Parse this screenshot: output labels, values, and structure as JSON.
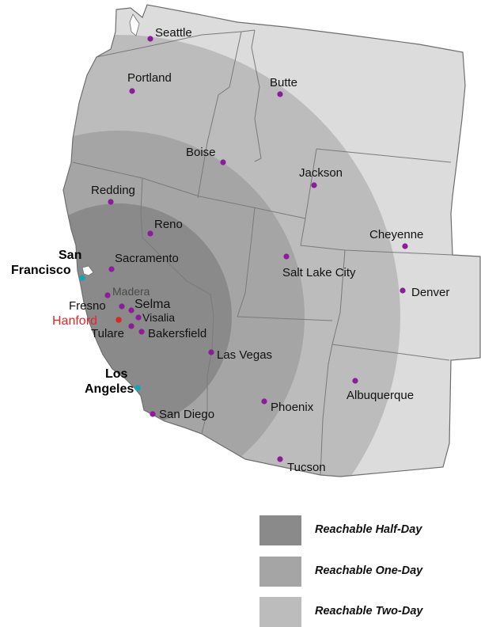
{
  "colors": {
    "outer_region": "#dcdcdc",
    "two_day": "#bcbcbc",
    "one_day": "#a5a5a5",
    "half_day": "#8a8a8a",
    "border_line": "#7a7a7a",
    "city_dot": "#8e1a9c",
    "port_dot": "#17a2b8",
    "origin_dot": "#d42a2a",
    "origin_text": "#e0282c"
  },
  "cities": [
    {
      "name": "Seattle"
    },
    {
      "name": "Portland"
    },
    {
      "name": "Butte"
    },
    {
      "name": "Boise"
    },
    {
      "name": "Jackson"
    },
    {
      "name": "Redding"
    },
    {
      "name": "Cheyenne"
    },
    {
      "name": "Reno"
    },
    {
      "name": "Sacramento"
    },
    {
      "name": "Salt Lake City"
    },
    {
      "name": "Denver"
    },
    {
      "name": "Madera"
    },
    {
      "name": "Fresno"
    },
    {
      "name": "Selma"
    },
    {
      "name": "Visalia"
    },
    {
      "name": "Tulare"
    },
    {
      "name": "Bakersfield"
    },
    {
      "name": "Las Vegas"
    },
    {
      "name": "Albuquerque"
    },
    {
      "name": "Phoenix"
    },
    {
      "name": "San Diego"
    },
    {
      "name": "Tucson"
    }
  ],
  "origin": {
    "name": "Hanford"
  },
  "ports": [
    {
      "line1": "San",
      "line2": "Francisco"
    },
    {
      "line1": "Los",
      "line2": "Angeles"
    }
  ],
  "legend": [
    {
      "label": "Reachable Half-Day",
      "color": "#8a8a8a"
    },
    {
      "label": "Reachable One-Day",
      "color": "#a5a5a5"
    },
    {
      "label": "Reachable Two-Day",
      "color": "#bcbcbc"
    }
  ]
}
